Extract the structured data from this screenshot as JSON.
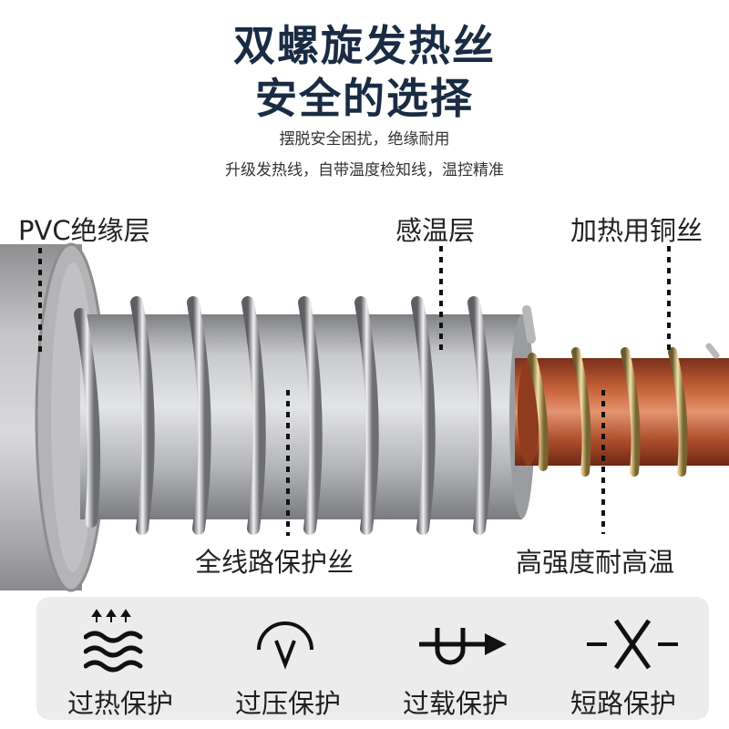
{
  "header": {
    "title_line1": "双螺旋发热丝",
    "title_line2": "安全的选择",
    "subtitle_line1": "摆脱安全困扰，绝缘耐用",
    "subtitle_line2": "升级发热线，自带温度检知线，温控精准"
  },
  "labels": {
    "pvc_insulation": "PVC绝缘层",
    "sensing_layer": "感温层",
    "copper_wire": "加热用铜丝",
    "protection_wire": "全线路保护丝",
    "high_temp": "高强度耐高温"
  },
  "features": [
    {
      "label": "过热保护",
      "icon": "overheat-waves-icon"
    },
    {
      "label": "过压保护",
      "icon": "voltage-v-icon"
    },
    {
      "label": "过载保护",
      "icon": "overload-arrow-icon"
    },
    {
      "label": "短路保护",
      "icon": "short-circuit-x-icon"
    }
  ],
  "colors": {
    "title": "#1a2c44",
    "copper": "#b85a35",
    "steel": "#a9aaad",
    "panel": "#ececec"
  }
}
